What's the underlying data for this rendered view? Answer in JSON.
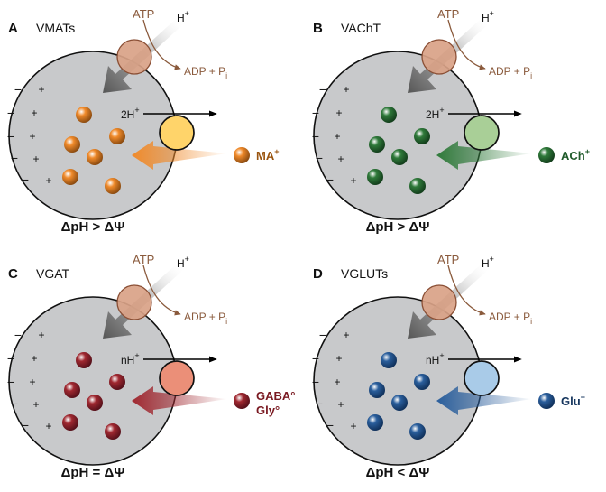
{
  "colors": {
    "vesicle": "#c8c9cb",
    "vesicle_stroke": "#111111",
    "atpase": "#d9a287",
    "atpase_stroke": "#8a4f35",
    "atp_text": "#8a5a3c",
    "h_arrow": "#555555",
    "text": "#111111"
  },
  "panels": [
    {
      "letter": "A",
      "transporter": "VMATs",
      "atp": "ATP",
      "h": "H",
      "h_sup": "+",
      "adp": "ADP + P",
      "adp_sub": "i",
      "proton": "2H",
      "proton_sup": "+",
      "substrate_lines": [
        "MA"
      ],
      "substrate_sup": "+",
      "relation": "ΔpH > ΔΨ",
      "color_main": "#f08a2a",
      "color_light": "#ffd46a",
      "color_dark": "#8a4a10",
      "color_text": "#9a5510",
      "show_charges": true
    },
    {
      "letter": "B",
      "transporter": "VAChT",
      "atp": "ATP",
      "h": "H",
      "h_sup": "+",
      "adp": "ADP + P",
      "adp_sub": "i",
      "proton": "2H",
      "proton_sup": "+",
      "substrate_lines": [
        "ACh"
      ],
      "substrate_sup": "+",
      "relation": "ΔpH > ΔΨ",
      "color_main": "#2f7a3a",
      "color_light": "#a9cf97",
      "color_dark": "#133d1b",
      "color_text": "#1f5a2a",
      "show_charges": true
    },
    {
      "letter": "C",
      "transporter": "VGAT",
      "atp": "ATP",
      "h": "H",
      "h_sup": "+",
      "adp": "ADP + P",
      "adp_sub": "i",
      "proton": "nH",
      "proton_sup": "+",
      "substrate_lines": [
        "GABA°",
        "Gly°"
      ],
      "substrate_sup": "",
      "relation": "ΔpH = ΔΨ",
      "color_main": "#a02830",
      "color_light": "#eb8f78",
      "color_dark": "#55101a",
      "color_text": "#7a1a22",
      "show_charges": true
    },
    {
      "letter": "D",
      "transporter": "VGLUTs",
      "atp": "ATP",
      "h": "H",
      "h_sup": "+",
      "adp": "ADP + P",
      "adp_sub": "i",
      "proton": "nH",
      "proton_sup": "+",
      "substrate_lines": [
        "Glu"
      ],
      "substrate_sup": "−",
      "relation": "ΔpH < ΔΨ",
      "color_main": "#2a5e9c",
      "color_light": "#a9cbe8",
      "color_dark": "#10305a",
      "color_text": "#16365e",
      "show_charges": true
    }
  ]
}
